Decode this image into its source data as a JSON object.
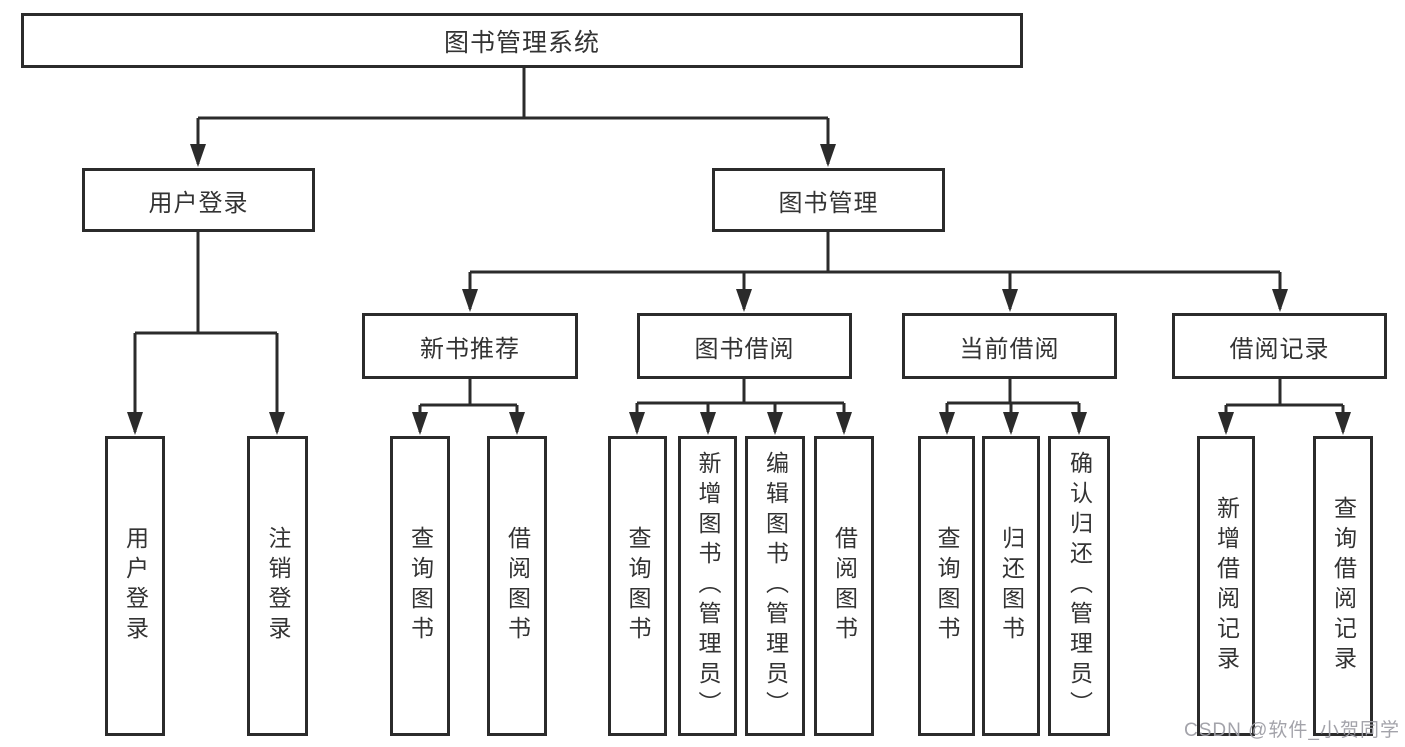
{
  "diagram": {
    "type": "hierarchy-tree",
    "watermark": "CSDN @软件_小贺同学",
    "colors": {
      "line": "#2b2b2b",
      "box_border": "#2b2b2b",
      "box_fill": "#ffffff",
      "text": "#333333",
      "background": "#ffffff",
      "watermark": "#9e9ea5"
    },
    "tree": {
      "label": "图书管理系统",
      "children": [
        {
          "label": "用户登录",
          "children": [
            {
              "label": "用户登录"
            },
            {
              "label": "注销登录"
            }
          ]
        },
        {
          "label": "图书管理",
          "children": [
            {
              "label": "新书推荐",
              "children": [
                {
                  "label": "查询图书"
                },
                {
                  "label": "借阅图书"
                }
              ]
            },
            {
              "label": "图书借阅",
              "children": [
                {
                  "label": "查询图书"
                },
                {
                  "label": "新增图书（管理员）"
                },
                {
                  "label": "编辑图书（管理员）"
                },
                {
                  "label": "借阅图书"
                }
              ]
            },
            {
              "label": "当前借阅",
              "children": [
                {
                  "label": "查询图书"
                },
                {
                  "label": "归还图书"
                },
                {
                  "label": "确认归还（管理员）"
                }
              ]
            },
            {
              "label": "借阅记录",
              "children": [
                {
                  "label": "新增借阅记录"
                },
                {
                  "label": "查询借阅记录"
                }
              ]
            }
          ]
        }
      ]
    }
  }
}
